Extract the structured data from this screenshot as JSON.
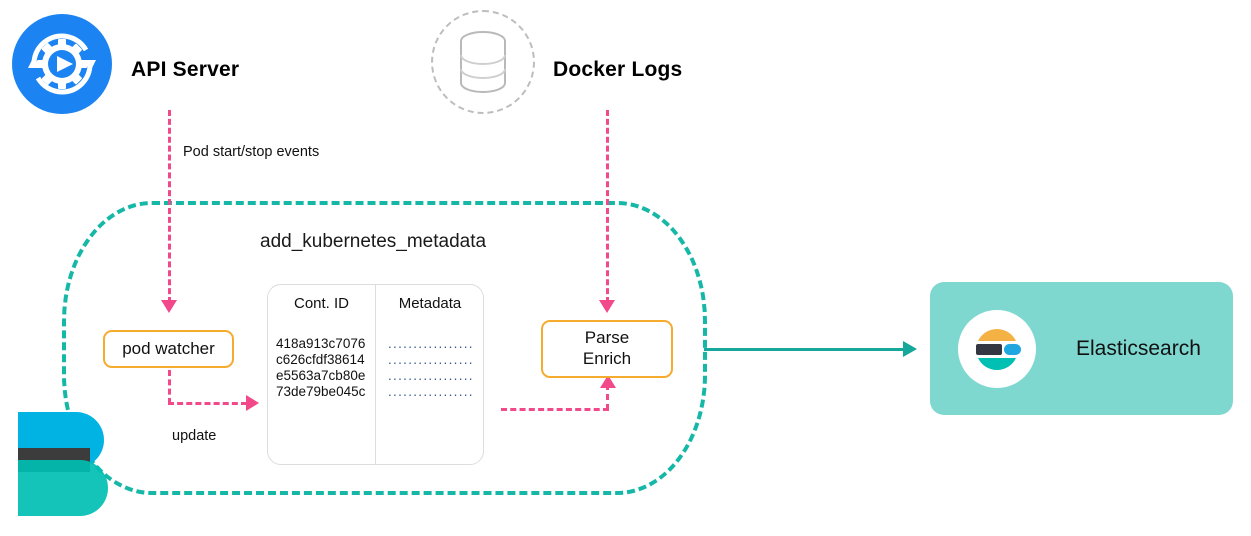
{
  "diagram": {
    "title": "add_kubernetes_metadata",
    "sources": {
      "api_server": {
        "label": "API Server",
        "icon": "kubernetes-api-gear-icon"
      },
      "docker_logs": {
        "label": "Docker Logs",
        "icon": "database-cylinder-icon"
      }
    },
    "processors": {
      "pod_watcher": {
        "label": "pod watcher"
      },
      "parse_enrich": {
        "line1": "Parse",
        "line2": "Enrich"
      }
    },
    "lookup_table": {
      "headers": [
        "Cont. ID",
        "Metadata"
      ],
      "rows": [
        {
          "cont_id": "418a913c7076",
          "metadata": "................."
        },
        {
          "cont_id": "c626cfdf38614",
          "metadata": "................."
        },
        {
          "cont_id": "e5563a7cb80e",
          "metadata": "................."
        },
        {
          "cont_id": "73de79be045c",
          "metadata": "................."
        }
      ]
    },
    "destination": {
      "label": "Elasticsearch",
      "icon": "elasticsearch-logo-icon"
    },
    "agent": {
      "icon": "beats-logo-icon"
    },
    "edges": {
      "pod_events": "Pod start/stop events",
      "update": "update"
    },
    "colors": {
      "teal_dashed": "#15b7a6",
      "teal_arrow": "#15a79a",
      "pink_dashed": "#f2498a",
      "orange_border": "#f5ab2e",
      "elasticsearch_card": "#7fd8d0",
      "api_blue": "#1c84f2",
      "beats_blue": "#00b3e3",
      "beats_dark": "#3c3c3c",
      "beats_teal": "#00bfb3",
      "es_yellow": "#f5b244",
      "es_blue": "#21a7e0",
      "es_dark": "#343741",
      "es_teal": "#00bfb3"
    }
  }
}
